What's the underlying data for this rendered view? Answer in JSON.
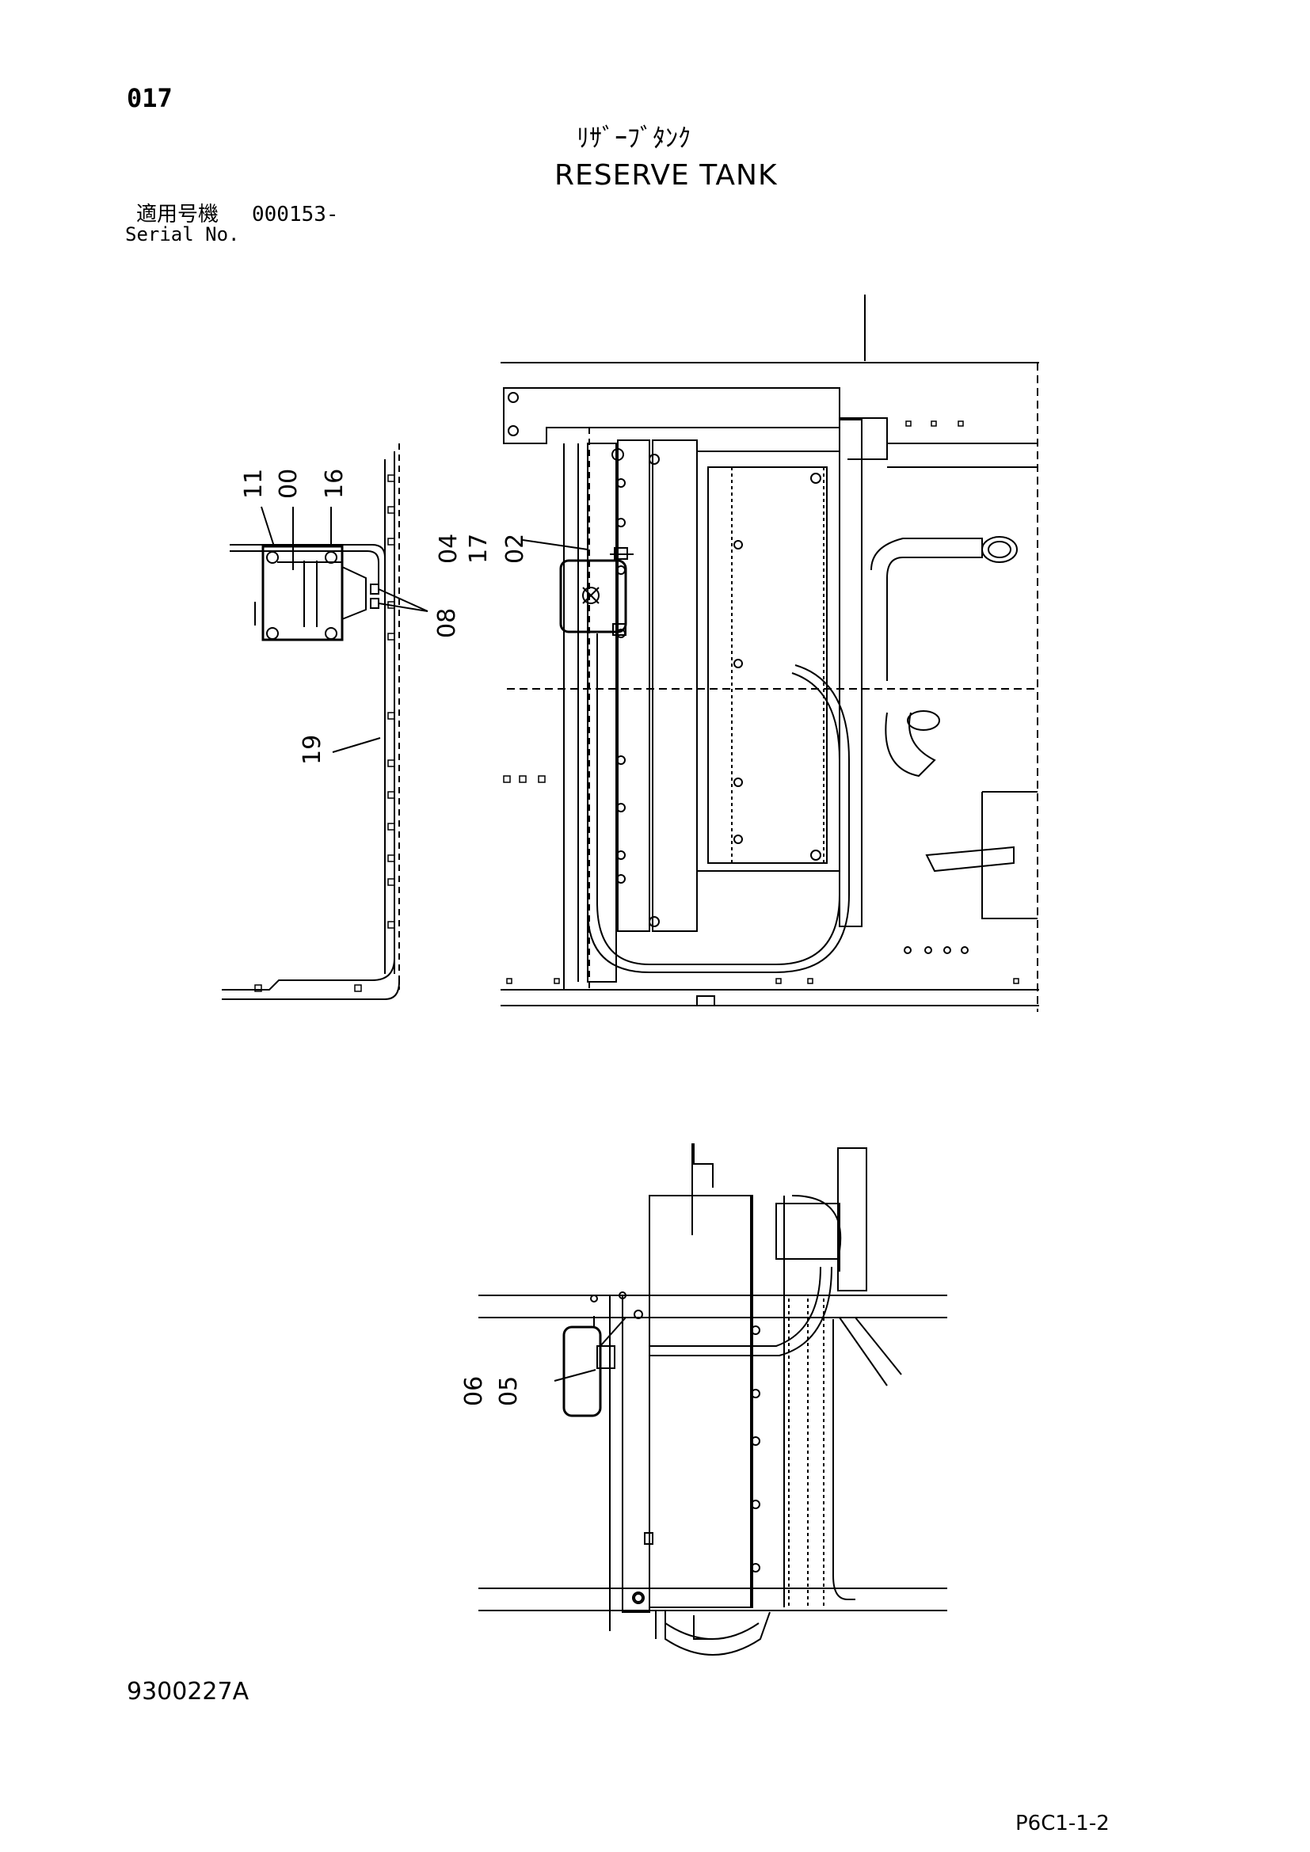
{
  "header": {
    "page_number": "017",
    "title_jp": "ﾘｻﾞｰﾌﾞﾀﾝｸ",
    "title_en": "RESERVE TANK",
    "serial_label_jp": "適用号機",
    "serial_number": "000153-",
    "serial_label_en": "Serial No."
  },
  "callouts": {
    "c11": "11",
    "c00": "00",
    "c16": "16",
    "c04": "04",
    "c17": "17",
    "c02": "02",
    "c08": "08",
    "c19": "19",
    "c06": "06",
    "c05": "05"
  },
  "footer": {
    "drawing_number": "9300227A",
    "sheet_reference": "P6C1-1-2"
  }
}
